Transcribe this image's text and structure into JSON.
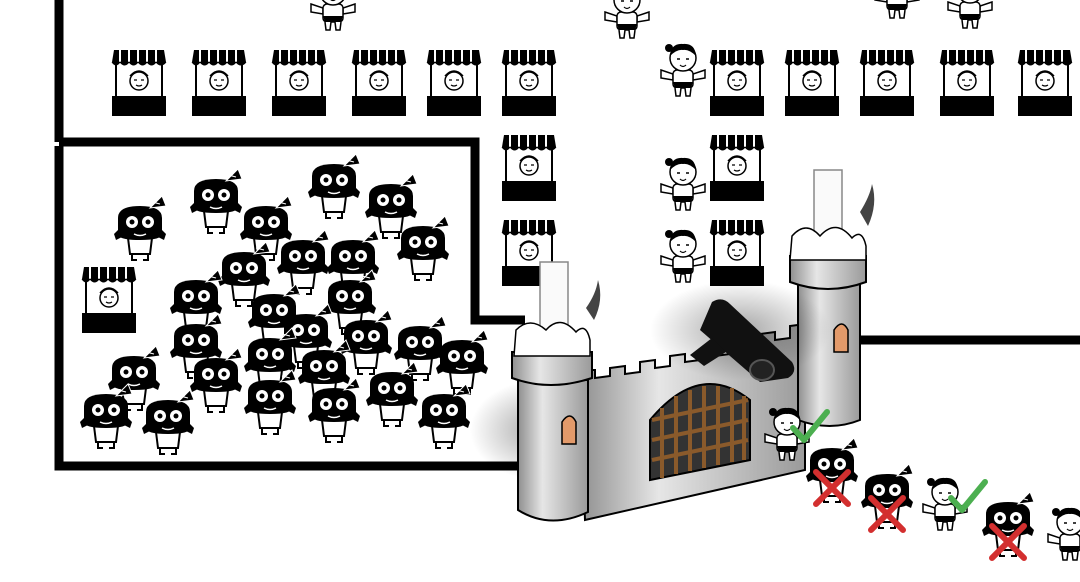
{
  "colors": {
    "background": "#ffffff",
    "ink": "#000000",
    "stone_light": "#dedede",
    "stone_mid": "#b9b9b9",
    "stone_dark": "#8f8f8f",
    "gate_wood": "#8a5a2b",
    "window": "#e39a6a",
    "check": "#4caf50",
    "cross": "#d32f2f",
    "robot_body": "#000000",
    "villager_skin": "#f4f4f4"
  },
  "icons": {
    "stall": "market-stall-icon",
    "villager": "villager-icon",
    "robot": "bad-bot-icon",
    "castle": "castle-gate-icon",
    "cannon": "cannon-icon",
    "tower": "castle-tower-icon",
    "check": "check-mark-icon",
    "cross": "cross-mark-icon"
  },
  "queue": [
    {
      "kind": "villager",
      "verdict": "allowed"
    },
    {
      "kind": "robot",
      "verdict": "blocked"
    },
    {
      "kind": "robot",
      "verdict": "blocked"
    },
    {
      "kind": "villager",
      "verdict": "allowed"
    },
    {
      "kind": "robot",
      "verdict": "blocked"
    },
    {
      "kind": "villager",
      "verdict": "pending"
    }
  ]
}
